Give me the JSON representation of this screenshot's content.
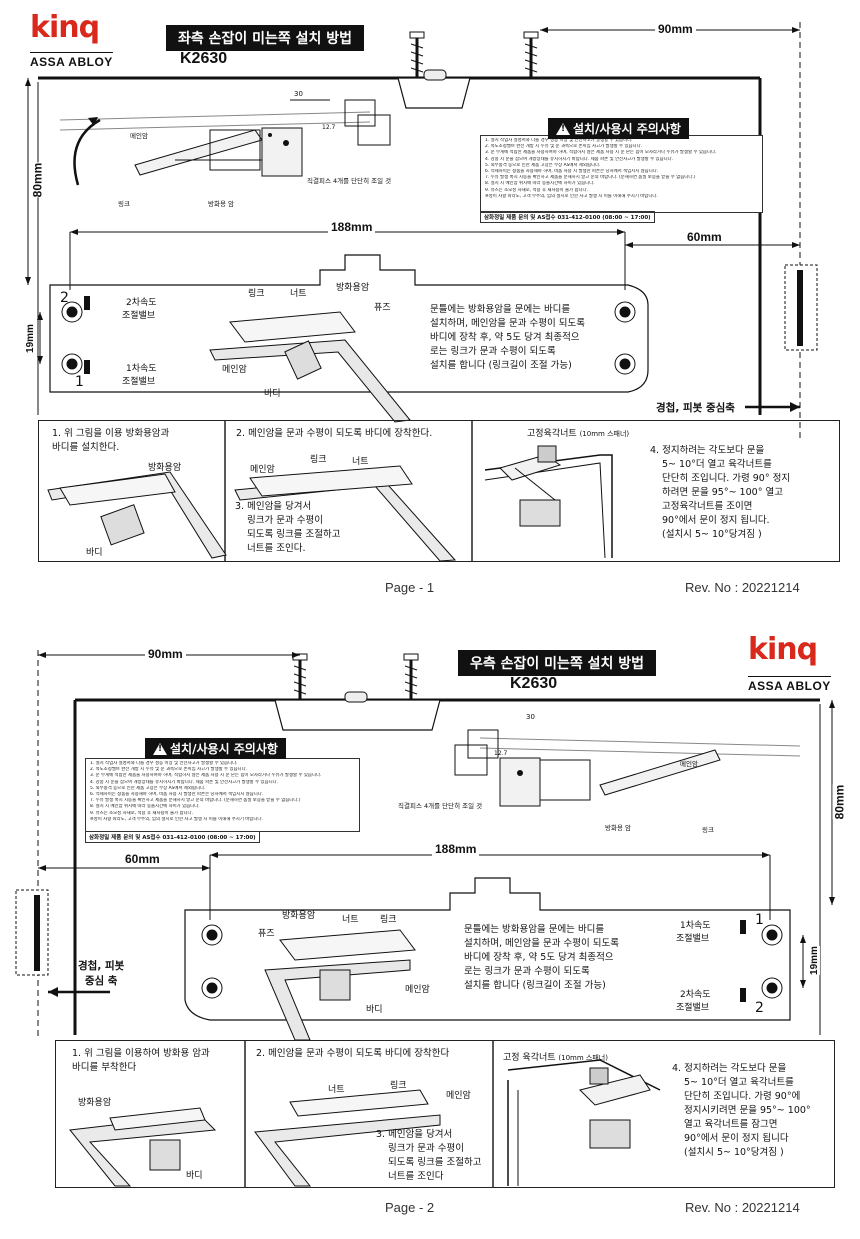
{
  "brand": {
    "logo": "kinq",
    "sub": "ASSA ABLOY"
  },
  "model": "K2630",
  "page1": {
    "title": "좌측 손잡이 미는쪽 설치 방법",
    "dims": {
      "d90": "90mm",
      "d80": "80mm",
      "d30": "30",
      "d127": "12.7",
      "d188": "188mm",
      "d60": "60mm",
      "d19": "19mm"
    },
    "labels": {
      "main_arm": "메인암",
      "link": "링크",
      "bracket_arm": "방화용 암",
      "screw_note": "직결피스 4개를 단단히 조일 것",
      "valve2": [
        "2차속도",
        "조절밸브"
      ],
      "valve1": [
        "1차속도",
        "조절밸브"
      ],
      "num2": "2",
      "num1": "1",
      "d_link": "링크",
      "d_nut": "너트",
      "d_bracket": "방화용암",
      "d_fuse": "퓨즈",
      "d_main": "메인암",
      "d_body": "바디",
      "axis": "경첩, 피봇 중심축"
    },
    "desc": [
      "문틀에는 방화용암을 문에는 바디를",
      "설치하며, 메인암을 문과 수평이 되도록",
      "바디에 장착 후, 약 5도 당겨 최종적으",
      "로는 링크가 문과 수평이 되도록",
      "설치를 합니다 (링크길이 조절 가능)"
    ],
    "warning": {
      "title": "설치/사용시 주의사항",
      "lines": [
        "1. 설치 작업자 설명서와 다를 경우 성능 이상 및 안전사고가 발생할 수 있습니다.",
        "2. 속도조정밸브 완전 개방 시 누유 및 문 과속으로 손끼임 사고가 발생할 수 있습니다.",
        "3. 문 무게에 적합한 제품을 사용하여야 하며, 적합하지 않은 제품 사용 시 문 닫는 힘이 모자라거나 누유가 발생할 수 있습니다.",
        "4. 강풍 시 문을 잡으며 개방상태를 유지하시기 바랍니다. 제품 파손 및 안전사고가 발생할 수 있습니다.",
        "5. 외부충격 등으로 인한 제품 고장은 무상 AS에서 제외됩니다.",
        "6. 역세사이는 정품을 사용해야 하며, 비품 사용 시 발생한 파손은 당사에서 책임지지 않습니다.",
        "7. 누유 발생 혹시 시동을 확인하고 제품을 분해하지 말고 문의 바랍니다. (분해하면 품질 보증을 받을 수 없습니다.)",
        "8. 설치 시 메인암 위치에 따라 동돌시간에 차이가 있습니다.",
        "9. 퓨즈는 소모성 자재로, 적용 후 재사용이 불가 합니다.",
        "※성이 사항 따라도, 고객 부주의, 임의 설치로 인한 사고 발생 시 이를 이해해 주시기 바랍니다."
      ],
      "contact": "삼화정밀 제품 문의 및 AS접수 031-412-0100 (08:00 ~ 17:00)"
    },
    "steps": [
      {
        "lines": [
          "1. 위 그림을 이용 방화용암과",
          "바디를 설치한다."
        ],
        "lbl": [
          "방화용암",
          "바디"
        ]
      },
      {
        "lines": [
          "2. 메인암을 문과 수평이 되도록 바디에 장착한다."
        ],
        "lines3": [
          "3. 메인암을 당겨서",
          "링크가 문과 수평이",
          "되도록 링크를 조절하고",
          "너트를 조인다."
        ],
        "lbl": [
          "메인암",
          "링크",
          "너트"
        ]
      },
      {
        "top": "고정육각너트",
        "topsub": "(10mm 스패너)",
        "lines": [
          "4. 정지하려는 각도보다 문을",
          "5~ 10°더  열고 육각너트를",
          "단단히 조입니다. 가령 90° 정지",
          "하려면 문을 95°~  100° 열고",
          "고정육각너트를 조이면",
          "90°에서  문이 정지 됩니다.",
          "(설치시 5~ 10°당겨짐 )"
        ]
      }
    ],
    "footer": {
      "page": "Page - 1",
      "rev": "Rev. No : 20221214"
    }
  },
  "page2": {
    "title": "우측 손잡이 미는쪽 설치 방법",
    "dims": {
      "d90": "90mm",
      "d80": "80mm",
      "d30": "30",
      "d127": "12.7",
      "d188": "188mm",
      "d60": "60mm",
      "d19": "19mm"
    },
    "labels": {
      "main_arm": "메인암",
      "link": "링크",
      "bracket_arm": "방화용 암",
      "screw_note": "직결피스 4개를 단단히 조일 것",
      "valve1": [
        "1차속도",
        "조절밸브"
      ],
      "valve2": [
        "2차속도",
        "조절밸브"
      ],
      "num1": "1",
      "num2": "2",
      "d_bracket": "방화용암",
      "d_nut": "너트",
      "d_link": "링크",
      "d_fuse": "퓨즈",
      "d_main": "메인암",
      "d_body": "바디",
      "axis": [
        "경첩, 피봇",
        "중심 축"
      ]
    },
    "desc": [
      "문틀에는 방화용암을 문에는 바디를",
      "설치하며, 메인암을 문과 수평이 되도록",
      "바디에 장착 후, 약 5도 당겨 최종적으",
      "로는 링크가 문과 수평이 되도록",
      "설치를 합니다 (링크길이 조절 가능)"
    ],
    "warning": {
      "title": "설치/사용시 주의사항",
      "lines": [
        "1. 설치 작업자 설명서와 다를 경우 성능 이상 및 안전사고가 발생할 수 있습니다.",
        "2. 속도조정밸브 완전 개방 시 누유 및 문 과속으로 손끼임 사고가 발생할 수 있습니다.",
        "3. 문 무게에 적합한 제품을 사용하여야 하며, 적합하지 않은 제품 사용 시 문 닫는 힘이 모자라거나 누유가 발생할 수 있습니다.",
        "4. 강풍 시 문을 잡으며 개방상태를 유지하시기 바랍니다. 제품 파손 및 안전사고가 발생할 수 있습니다.",
        "5. 외부충격 등으로 인한 제품 고장은 무상 AS에서 제외됩니다.",
        "6. 역세사이는 정품을 사용해야 하며, 비품 사용 시 발생한 파손은 당사에서 책임지지 않습니다.",
        "7. 누유 발생 혹시 시동을 확인하고 제품을 분해하지 말고 문의 바랍니다. (분해하면 품질 보증을 받을 수 없습니다.)",
        "8. 설치 시 메인암 위치에 따라 동돌시간에 차이가 있습니다.",
        "9. 퓨즈는 소모성 자재로, 적용 후 재사용이 불가 합니다.",
        "※성이 사항 따라도, 고객 부주의, 임의 설치로 인한 사고 발생 시 이를 이해해 주시기 바랍니다."
      ],
      "contact": "삼화정밀 제품 문의 및 AS접수 031-412-0100 (08:00 ~ 17:00)"
    },
    "steps": [
      {
        "lines": [
          "1. 위 그림을 이용하여 방화용 암과",
          "바디를 부착한다"
        ],
        "lbl": [
          "방화용암",
          "바디"
        ]
      },
      {
        "lines": [
          "2. 메인암을 문과 수평이 되도록 바디에 장착한다"
        ],
        "lines3": [
          "3. 메인암을 당겨서",
          "링크가 문과 수평이",
          "되도록 링크를 조절하고",
          "너트를 조인다"
        ],
        "lbl": [
          "너트",
          "링크",
          "메인암"
        ]
      },
      {
        "top": "고정 육각너트",
        "topsub": "(10mm 스패너)",
        "lines": [
          "4. 정지하려는 각도보다 문을",
          "5~ 10°더  열고 육각너트를",
          "단단히 조입니다. 가령 90°에",
          "정지시키려면 문을 95°~  100°",
          "열고 육각너트를 잠그면",
          "90°에서  문이 정지 됩니다",
          "(설치시 5~ 10°당겨짐 )"
        ]
      }
    ],
    "footer": {
      "page": "Page - 2",
      "rev": "Rev. No : 20221214"
    }
  }
}
